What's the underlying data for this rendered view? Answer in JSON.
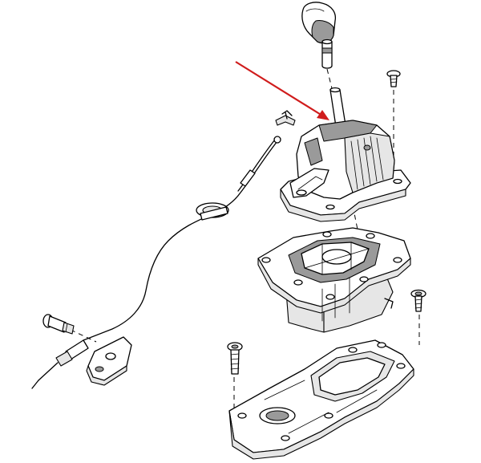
{
  "diagram": {
    "pointer_arrow_color": "#d01c1c",
    "line_color": "#000000",
    "shade_light": "#e6e6e6",
    "shade_dark": "#9a9a9a",
    "parts": [
      "shift-knob",
      "gear-selector-housing",
      "selector-mounting-bracket",
      "bottom-cover-plate",
      "selector-cable",
      "cable-abutment-bracket",
      "flange-bolt",
      "screw-top",
      "screw-middle",
      "screw-bottom"
    ]
  }
}
